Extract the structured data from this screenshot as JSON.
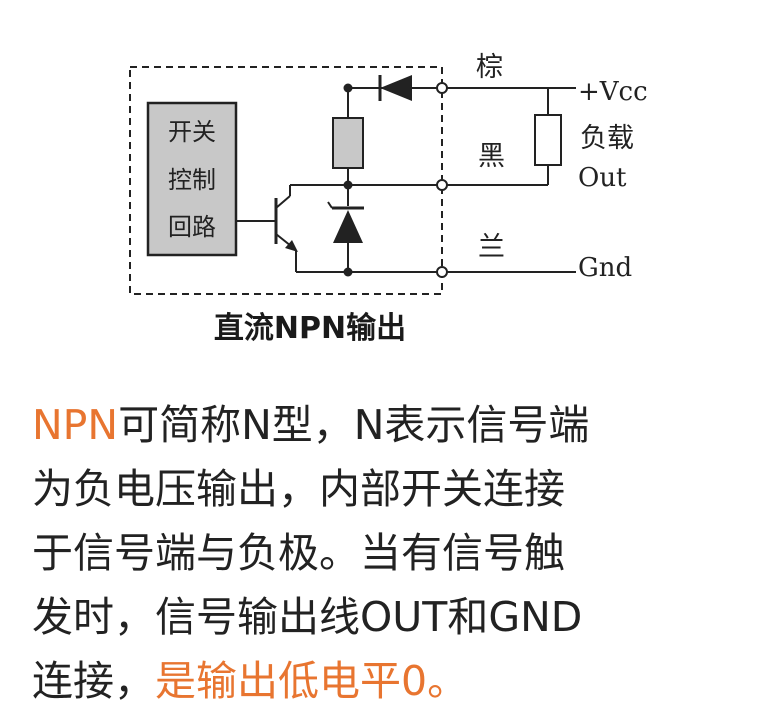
{
  "diagram": {
    "control_box": [
      "开关",
      "控制",
      "回路"
    ],
    "wire_labels": {
      "brown": "棕",
      "black": "黑",
      "blue": "兰"
    },
    "terminals": {
      "vcc": "+Vcc",
      "load": "负载",
      "out": "Out",
      "gnd": "Gnd"
    },
    "caption": "直流NPN输出"
  },
  "description": {
    "line1": {
      "accent": "NPN",
      "rest": "可简称N型，N表示信号端"
    },
    "line2": "为负电压输出，内部开关连接",
    "line3": "于信号端与负极。当有信号触",
    "line4": "发时，信号输出线OUT和GND",
    "line5": {
      "plain": "连接，",
      "accent": "是输出低电平0。"
    }
  },
  "colors": {
    "accent": "#e87530",
    "text": "#222222",
    "component_fill": "#c8c8c8"
  }
}
